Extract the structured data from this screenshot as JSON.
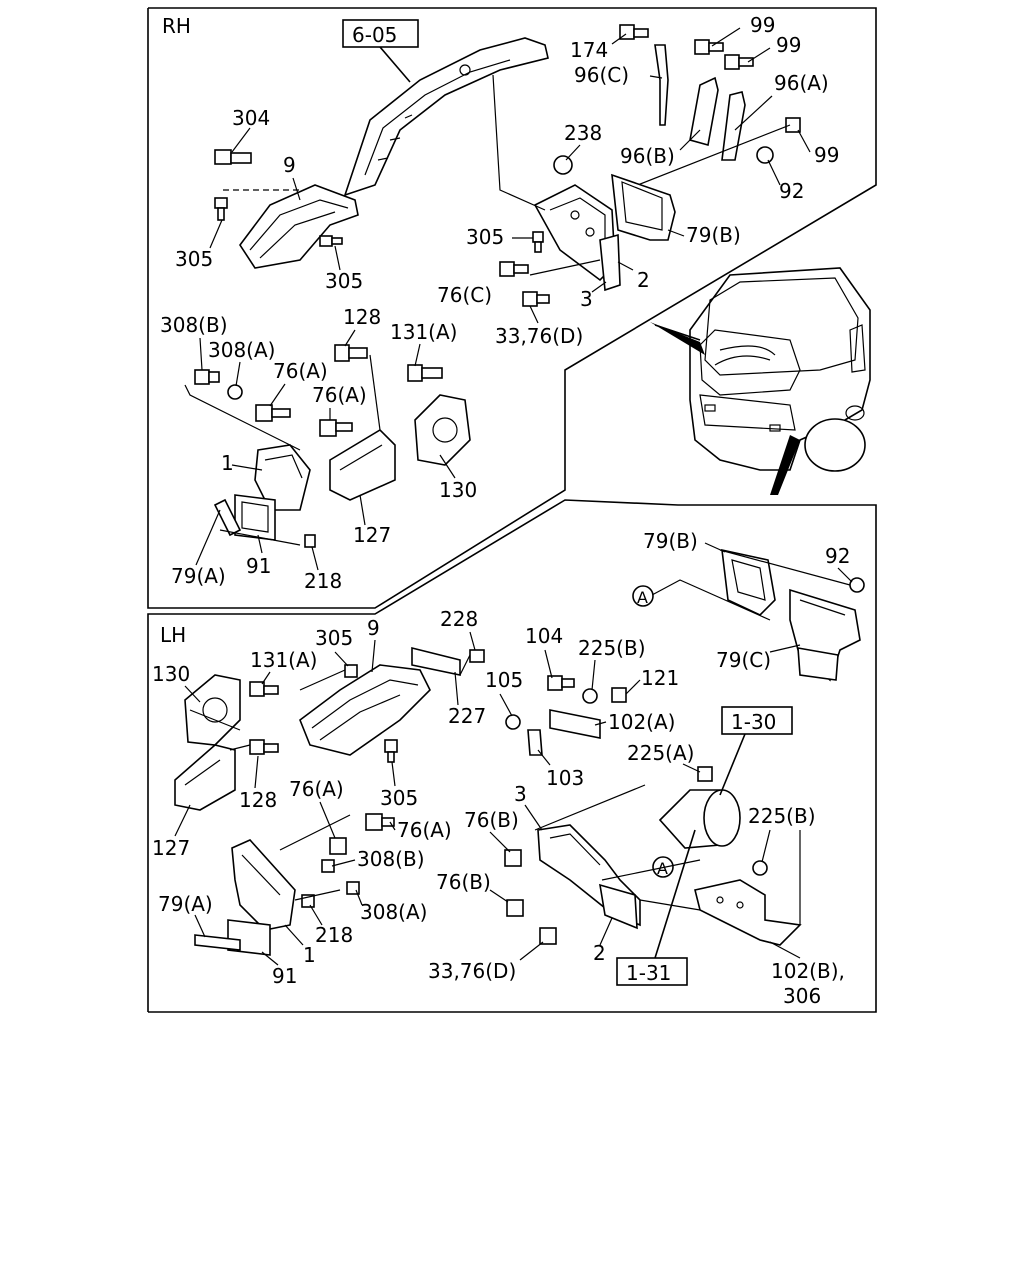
{
  "sections": {
    "rh": "RH",
    "lh": "LH"
  },
  "refs": {
    "r605": "6-05",
    "r130": "1-30",
    "r131": "1-31",
    "circleA": "A"
  },
  "rh_labels": {
    "p99a": "99",
    "p174": "174",
    "p99b": "99",
    "p96c": "96(C)",
    "p96a": "96(A)",
    "p304": "304",
    "p238": "238",
    "p96b": "96(B)",
    "p99c": "99",
    "p9": "9",
    "p92": "92",
    "p305a": "305",
    "p79b": "79(B)",
    "p305b": "305",
    "p305c": "305",
    "p76c": "76(C)",
    "p2": "2",
    "p3": "3",
    "p3376d": "33,76(D)",
    "p308b": "308(B)",
    "p128": "128",
    "p131a": "131(A)",
    "p308a": "308(A)",
    "p76a1": "76(A)",
    "p76a2": "76(A)",
    "p1": "1",
    "p130": "130",
    "p127": "127",
    "p79a": "79(A)",
    "p91": "91",
    "p218": "218"
  },
  "lh_labels": {
    "p79b": "79(B)",
    "p92": "92",
    "p79c": "79(C)",
    "p305": "305",
    "p9": "9",
    "p228": "228",
    "p104": "104",
    "p225b1": "225(B)",
    "p130": "130",
    "p131a": "131(A)",
    "p105": "105",
    "p121": "121",
    "p227": "227",
    "p102a": "102(A)",
    "p103": "103",
    "p225a": "225(A)",
    "p128": "128",
    "p305b": "305",
    "p76a1": "76(A)",
    "p76a2": "76(A)",
    "p3": "3",
    "p76b1": "76(B)",
    "p225b2": "225(B)",
    "p127": "127",
    "p308b": "308(B)",
    "p76b2": "76(B)",
    "p79a": "79(A)",
    "p308a": "308(A)",
    "p218": "218",
    "p1": "1",
    "p2": "2",
    "p3376d": "33,76(D)",
    "p102b": "102(B),",
    "p306": "306",
    "p91": "91"
  }
}
